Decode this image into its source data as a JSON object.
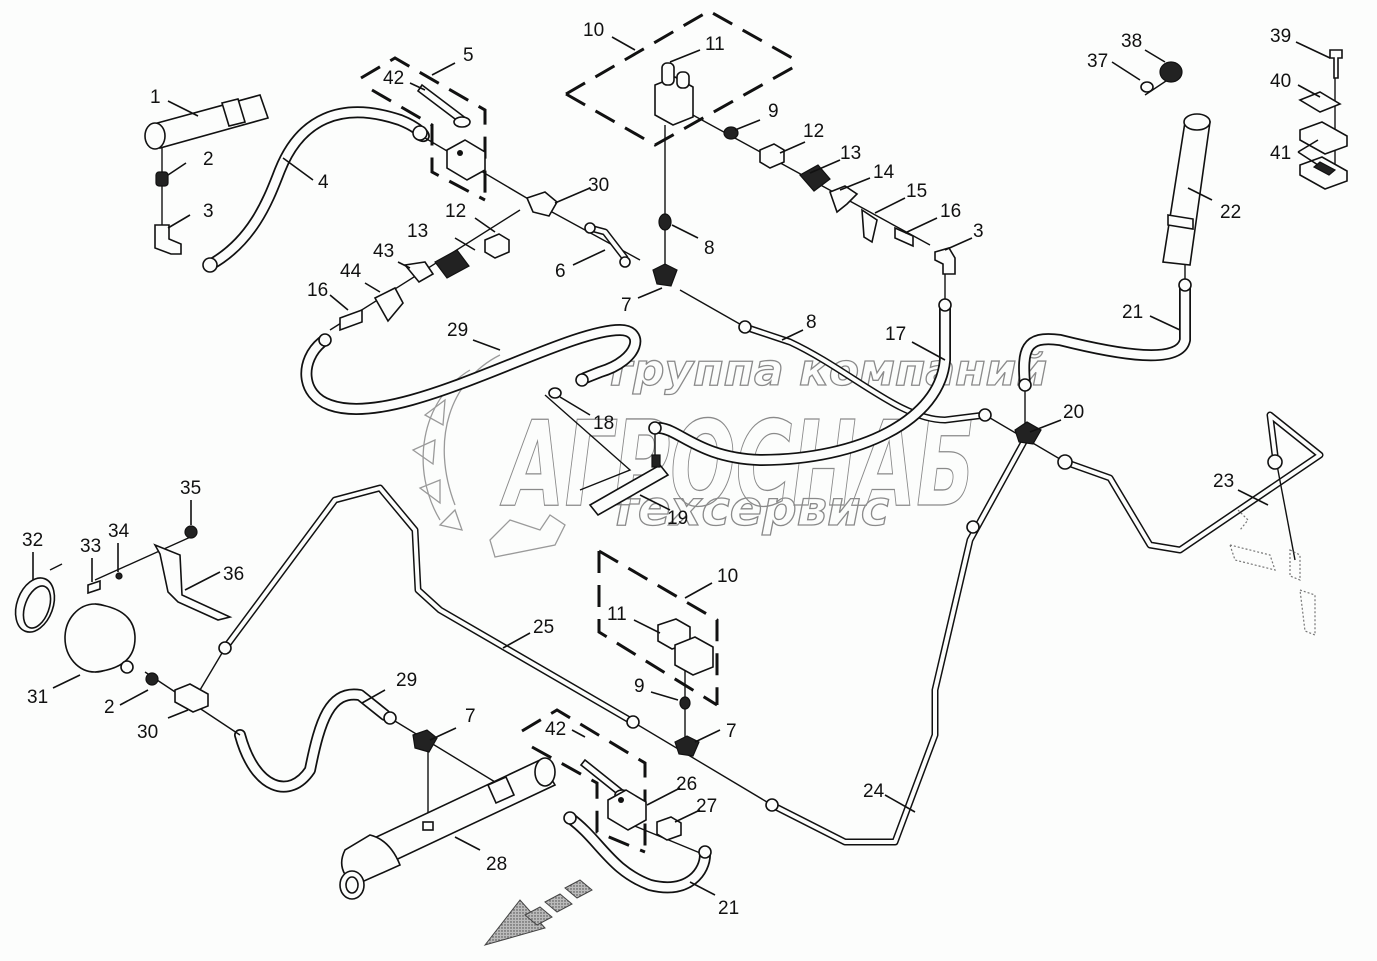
{
  "diagram": {
    "title": "Hydraulic system exploded parts diagram",
    "watermark": {
      "line1": "группа компаний",
      "line2": "АГРОСНАБ",
      "line3": "техсервис"
    },
    "colors": {
      "background": "#fcfdfc",
      "line": "#111111",
      "watermark": "#8a8a8a"
    },
    "callouts": [
      {
        "id": "c1",
        "label": "1"
      },
      {
        "id": "c2a",
        "label": "2"
      },
      {
        "id": "c3a",
        "label": "3"
      },
      {
        "id": "c4",
        "label": "4"
      },
      {
        "id": "c5",
        "label": "5"
      },
      {
        "id": "c42a",
        "label": "42"
      },
      {
        "id": "c10a",
        "label": "10"
      },
      {
        "id": "c11a",
        "label": "11"
      },
      {
        "id": "c9a",
        "label": "9"
      },
      {
        "id": "c12a",
        "label": "12"
      },
      {
        "id": "c13a",
        "label": "13"
      },
      {
        "id": "c14",
        "label": "14"
      },
      {
        "id": "c15",
        "label": "15"
      },
      {
        "id": "c16a",
        "label": "16"
      },
      {
        "id": "c3b",
        "label": "3"
      },
      {
        "id": "c30a",
        "label": "30"
      },
      {
        "id": "c12b",
        "label": "12"
      },
      {
        "id": "c13b",
        "label": "13"
      },
      {
        "id": "c43",
        "label": "43"
      },
      {
        "id": "c44",
        "label": "44"
      },
      {
        "id": "c16b",
        "label": "16"
      },
      {
        "id": "c8a",
        "label": "8"
      },
      {
        "id": "c6",
        "label": "6"
      },
      {
        "id": "c7a",
        "label": "7"
      },
      {
        "id": "c8b",
        "label": "8"
      },
      {
        "id": "c17",
        "label": "17"
      },
      {
        "id": "c29a",
        "label": "29"
      },
      {
        "id": "c18",
        "label": "18"
      },
      {
        "id": "c19",
        "label": "19"
      },
      {
        "id": "c20",
        "label": "20"
      },
      {
        "id": "c21a",
        "label": "21"
      },
      {
        "id": "c22",
        "label": "22"
      },
      {
        "id": "c23",
        "label": "23"
      },
      {
        "id": "c37",
        "label": "37"
      },
      {
        "id": "c38",
        "label": "38"
      },
      {
        "id": "c39",
        "label": "39"
      },
      {
        "id": "c40",
        "label": "40"
      },
      {
        "id": "c41",
        "label": "41"
      },
      {
        "id": "c32",
        "label": "32"
      },
      {
        "id": "c33",
        "label": "33"
      },
      {
        "id": "c34",
        "label": "34"
      },
      {
        "id": "c35",
        "label": "35"
      },
      {
        "id": "c36",
        "label": "36"
      },
      {
        "id": "c31",
        "label": "31"
      },
      {
        "id": "c2b",
        "label": "2"
      },
      {
        "id": "c30b",
        "label": "30"
      },
      {
        "id": "c25",
        "label": "25"
      },
      {
        "id": "c10b",
        "label": "10"
      },
      {
        "id": "c11b",
        "label": "11"
      },
      {
        "id": "c9b",
        "label": "9"
      },
      {
        "id": "c7b",
        "label": "7"
      },
      {
        "id": "c29b",
        "label": "29"
      },
      {
        "id": "c7c",
        "label": "7"
      },
      {
        "id": "c42b",
        "label": "42"
      },
      {
        "id": "c26",
        "label": "26"
      },
      {
        "id": "c27",
        "label": "27"
      },
      {
        "id": "c28",
        "label": "28"
      },
      {
        "id": "c21b",
        "label": "21"
      },
      {
        "id": "c24",
        "label": "24"
      }
    ]
  }
}
